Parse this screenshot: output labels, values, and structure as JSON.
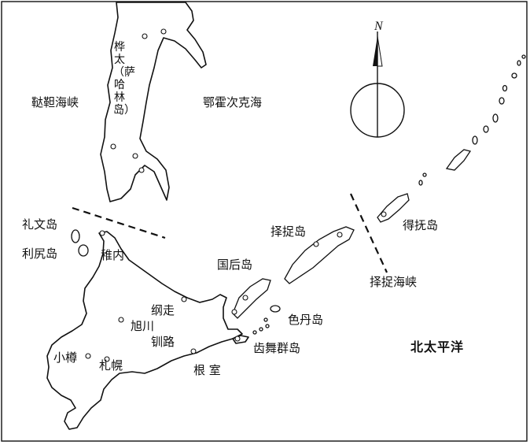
{
  "labels": {
    "sakhalin": "桦太（萨哈林岛）",
    "tatar_strait": "鞑靼海峡",
    "okhotsk_sea": "鄂霍次克海",
    "rebun": "礼文岛",
    "rishiri": "利尻岛",
    "wakkanai": "稚内",
    "kunashiri": "国后岛",
    "etorofu": "择捉岛",
    "uruppu": "得抚岛",
    "etorofu_strait": "择捉海峡",
    "abashiri": "纲走",
    "asahikawa": "旭川",
    "kushiro": "钏路",
    "shikotan": "色丹岛",
    "habomai": "齿舞群岛",
    "otaru": "小樽",
    "sapporo": "札幌",
    "nemuro": "根 室",
    "pacific": "北太平洋"
  },
  "compass": {
    "north_letter": "N"
  },
  "colors": {
    "ink": "#111111",
    "background": "#ffffff"
  }
}
